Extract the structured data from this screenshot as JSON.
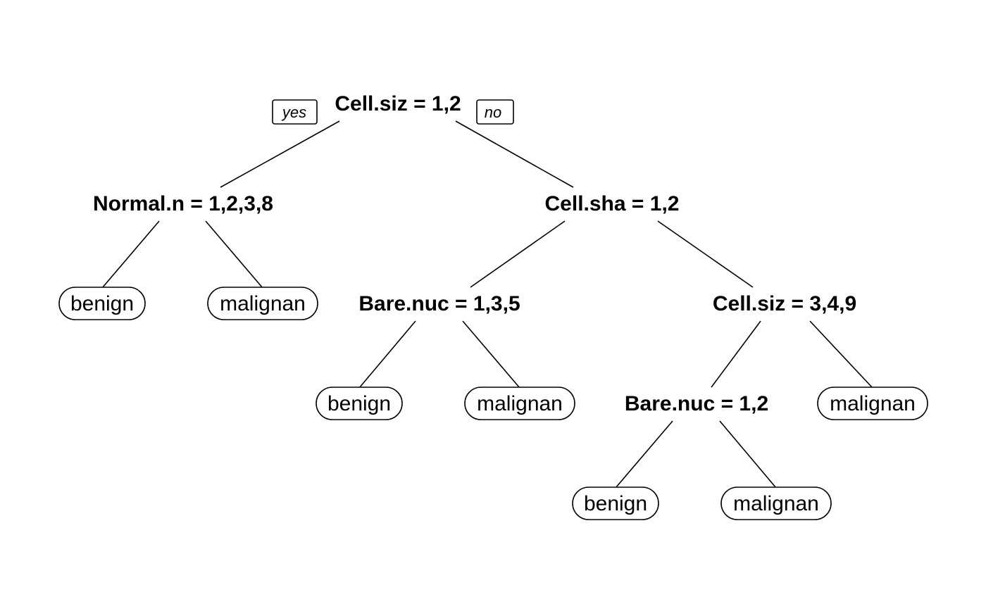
{
  "tree": {
    "root": {
      "split": "Cell.siz = 1,2",
      "yes_label": "yes",
      "no_label": "no"
    },
    "nodes": [
      {
        "id": "n1",
        "type": "split",
        "label": "Cell.siz = 1,2"
      },
      {
        "id": "n2",
        "type": "split",
        "label": "Normal.n = 1,2,3,8"
      },
      {
        "id": "n3",
        "type": "split",
        "label": "Cell.sha = 1,2"
      },
      {
        "id": "n4",
        "type": "leaf",
        "label": "benign"
      },
      {
        "id": "n5",
        "type": "leaf",
        "label": "malignan"
      },
      {
        "id": "n6",
        "type": "split",
        "label": "Bare.nuc = 1,3,5"
      },
      {
        "id": "n7",
        "type": "split",
        "label": "Cell.siz = 3,4,9"
      },
      {
        "id": "n8",
        "type": "leaf",
        "label": "benign"
      },
      {
        "id": "n9",
        "type": "leaf",
        "label": "malignan"
      },
      {
        "id": "n10",
        "type": "split",
        "label": "Bare.nuc = 1,2"
      },
      {
        "id": "n11",
        "type": "leaf",
        "label": "malignan"
      },
      {
        "id": "n12",
        "type": "leaf",
        "label": "benign"
      },
      {
        "id": "n13",
        "type": "leaf",
        "label": "malignan"
      }
    ],
    "edges": [
      [
        "n1",
        "n2"
      ],
      [
        "n1",
        "n3"
      ],
      [
        "n2",
        "n4"
      ],
      [
        "n2",
        "n5"
      ],
      [
        "n3",
        "n6"
      ],
      [
        "n3",
        "n7"
      ],
      [
        "n6",
        "n8"
      ],
      [
        "n6",
        "n9"
      ],
      [
        "n7",
        "n10"
      ],
      [
        "n7",
        "n11"
      ],
      [
        "n10",
        "n12"
      ],
      [
        "n10",
        "n13"
      ]
    ]
  }
}
